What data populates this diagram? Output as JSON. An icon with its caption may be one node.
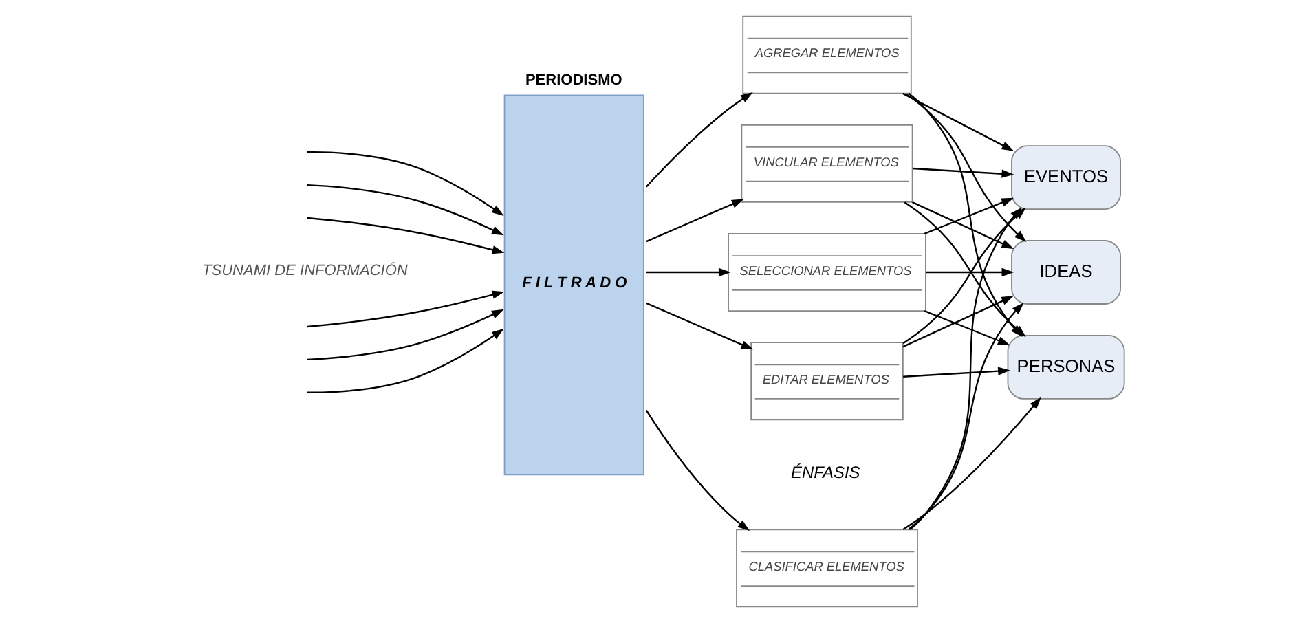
{
  "diagram": {
    "nodes": [
      {
        "text": [
          "PERIODISMO",
          "F I L T R A D O"
        ]
      },
      {
        "text": [
          "CLASIFICAR ELEMENTOS"
        ]
      },
      {
        "text": [
          "SELECCIONAR ELEMENTOS"
        ]
      },
      {
        "text": [
          "EDITAR ELEMENTOS"
        ]
      },
      {
        "text": [
          "AGREGAR ELEMENTOS"
        ]
      },
      {
        "text": [
          "VINCULAR ELEMENTOS"
        ]
      },
      {
        "text": [
          "EVENTOS"
        ]
      },
      {
        "text": [
          "IDEAS"
        ]
      },
      {
        "text": [
          "PERSONAS"
        ]
      }
    ],
    "edges": [
      {
        "from": null,
        "to": 0,
        "arrow": "to"
      },
      {
        "from": null,
        "to": 0,
        "arrow": "to"
      },
      {
        "from": null,
        "to": 0,
        "arrow": "to"
      },
      {
        "from": null,
        "to": 0,
        "arrow": "to"
      },
      {
        "from": null,
        "to": 0,
        "arrow": "to"
      },
      {
        "from": null,
        "to": 0,
        "arrow": "to"
      },
      {
        "from": 0,
        "to": 1,
        "arrow": "to"
      },
      {
        "from": 0,
        "to": 2,
        "arrow": "to"
      },
      {
        "from": 0,
        "to": 3,
        "arrow": "to"
      },
      {
        "from": 0,
        "to": 4,
        "arrow": "to"
      },
      {
        "from": 0,
        "to": 5,
        "arrow": "to"
      },
      {
        "from": 1,
        "to": 6,
        "arrow": "to"
      },
      {
        "from": 1,
        "to": 7,
        "arrow": "to"
      },
      {
        "from": 1,
        "to": 8,
        "arrow": "to"
      },
      {
        "from": 2,
        "to": 6,
        "arrow": "to"
      },
      {
        "from": 2,
        "to": 7,
        "arrow": "to"
      },
      {
        "from": 2,
        "to": 8,
        "arrow": "to"
      },
      {
        "from": 3,
        "to": 6,
        "arrow": "to"
      },
      {
        "from": 3,
        "to": 7,
        "arrow": "to"
      },
      {
        "from": 3,
        "to": 8,
        "arrow": "to"
      },
      {
        "from": 4,
        "to": 6,
        "arrow": "to"
      },
      {
        "from": 4,
        "to": 7,
        "arrow": "to"
      },
      {
        "from": 4,
        "to": 8,
        "arrow": "to"
      },
      {
        "from": 5,
        "to": 6,
        "arrow": "to"
      },
      {
        "from": 5,
        "to": 7,
        "arrow": "to"
      },
      {
        "from": 5,
        "to": 8,
        "arrow": "to"
      }
    ],
    "labels": [
      "ÉNFASIS",
      "TSUNAMI DE INFORMACIÓN"
    ]
  }
}
